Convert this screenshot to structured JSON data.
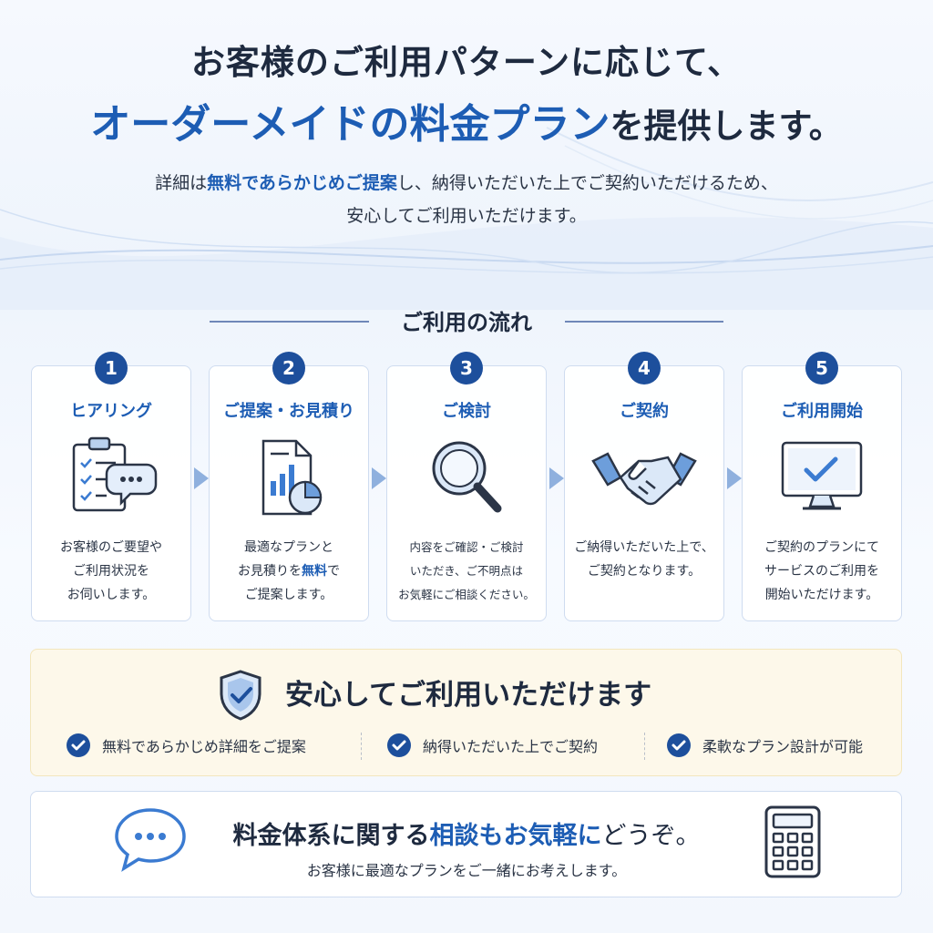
{
  "header": {
    "line1": "お客様のご利用パターンに応じて、",
    "line2_highlight": "オーダーメイドの料金プラン",
    "line2_rest": "を提供します。",
    "lead_part1": "詳細は",
    "lead_highlight": "無料であらかじめご提案",
    "lead_part2": "し、納得いただいた上でご契約いただけるため、",
    "lead_line2": "安心してご利用いただけます。"
  },
  "flow": {
    "title": "ご利用の流れ",
    "steps": [
      {
        "num": "1",
        "title": "ヒアリング",
        "icon": "clipboard-chat-icon",
        "desc": [
          "お客様のご要望や",
          "ご利用状況を",
          "お伺いします。"
        ]
      },
      {
        "num": "2",
        "title": "ご提案・お見積り",
        "icon": "document-chart-icon",
        "desc_line1": "最適なプランと",
        "desc_line2a": "お見積りを",
        "desc_line2_hl": "無料",
        "desc_line2b": "で",
        "desc_line3": "ご提案します。"
      },
      {
        "num": "3",
        "title": "ご検討",
        "icon": "magnifier-icon",
        "desc": [
          "内容をご確認・ご検討",
          "いただき、ご不明点は",
          "お気軽にご相談ください。"
        ]
      },
      {
        "num": "4",
        "title": "ご契約",
        "icon": "handshake-icon",
        "desc": [
          "ご納得いただいた上で、",
          "ご契約となります。"
        ]
      },
      {
        "num": "5",
        "title": "ご利用開始",
        "icon": "monitor-check-icon",
        "desc": [
          "ご契約のプランにて",
          "サービスのご利用を",
          "開始いただけます。"
        ]
      }
    ]
  },
  "trust": {
    "title": "安心してご利用いただけます",
    "icon": "shield-check-icon",
    "points": [
      "無料であらかじめ詳細をご提案",
      "納得いただいた上でご契約",
      "柔軟なプラン設計が可能"
    ]
  },
  "consult": {
    "title_part1": "料金体系に関する",
    "title_highlight": "相談もお気軽に",
    "title_part2": "どうぞ。",
    "subtitle": "お客様に最適なプランをご一緒にお考えします。",
    "left_icon": "speech-bubble-icon",
    "right_icon": "calculator-icon"
  },
  "colors": {
    "accent": "#1d5db4",
    "navy": "#1d4f9c",
    "text": "#1e2a3f",
    "card_border": "#cfdcf0",
    "trust_bg": "#fdf8ea"
  }
}
